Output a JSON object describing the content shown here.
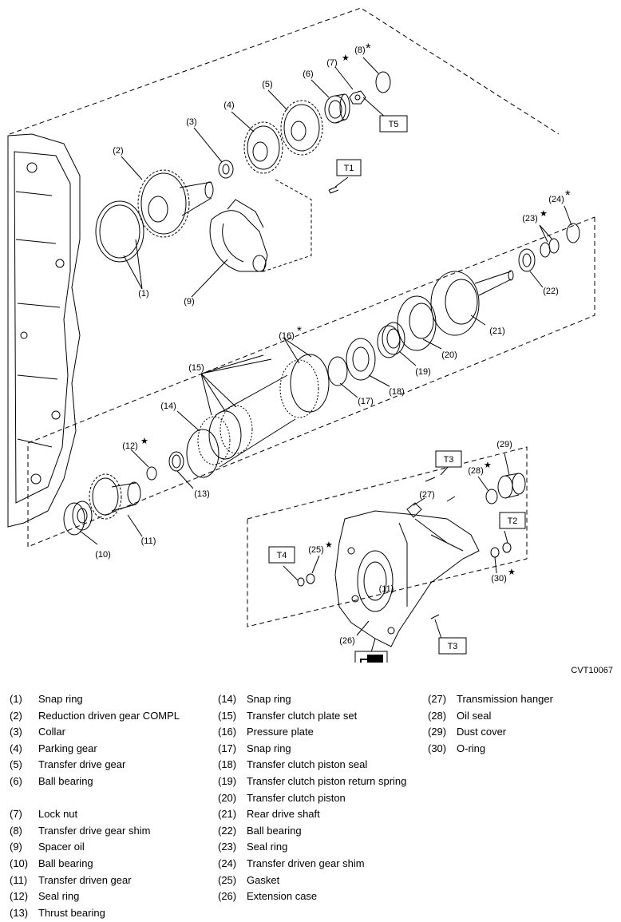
{
  "figure_id": "CVT10067",
  "boxes": {
    "t1": "T1",
    "t2": "T2",
    "t3a": "T3",
    "t3b": "T3",
    "t4": "T4",
    "t5": "T5"
  },
  "callouts": {
    "c1": "(1)",
    "c2": "(2)",
    "c3": "(3)",
    "c4": "(4)",
    "c5": "(5)",
    "c6": "(6)",
    "c7": "(7)",
    "c8": "(8)",
    "c9": "(9)",
    "c10": "(10)",
    "c11": "(11)",
    "c11b": "(11)",
    "c12": "(12)",
    "c13": "(13)",
    "c14": "(14)",
    "c15": "(15)",
    "c16": "(16)",
    "c17": "(17)",
    "c18": "(18)",
    "c19": "(19)",
    "c20": "(20)",
    "c21": "(21)",
    "c22": "(22)",
    "c23": "(23)",
    "c24": "(24)",
    "c25": "(25)",
    "c26": "(26)",
    "c27": "(27)",
    "c28": "(28)",
    "c29": "(29)",
    "c30": "(30)"
  },
  "symbols": {
    "star": "★",
    "asterisk": "*"
  },
  "legend": {
    "col1": [
      {
        "num": "(1)",
        "name": "Snap ring"
      },
      {
        "num": "(2)",
        "name": "Reduction driven gear COMPL"
      },
      {
        "num": "(3)",
        "name": "Collar"
      },
      {
        "num": "(4)",
        "name": "Parking gear"
      },
      {
        "num": "(5)",
        "name": "Transfer drive gear"
      },
      {
        "num": "(6)",
        "name": "Ball bearing"
      },
      {
        "num": "",
        "name": ""
      },
      {
        "num": "(7)",
        "name": "Lock nut"
      },
      {
        "num": "(8)",
        "name": "Transfer drive gear shim"
      },
      {
        "num": "(9)",
        "name": "Spacer oil"
      },
      {
        "num": "(10)",
        "name": "Ball bearing"
      },
      {
        "num": "(11)",
        "name": "Transfer driven gear"
      },
      {
        "num": "(12)",
        "name": "Seal ring"
      },
      {
        "num": "(13)",
        "name": "Thrust bearing"
      }
    ],
    "col2": [
      {
        "num": "(14)",
        "name": "Snap ring"
      },
      {
        "num": "(15)",
        "name": "Transfer clutch plate set"
      },
      {
        "num": "(16)",
        "name": "Pressure plate"
      },
      {
        "num": "(17)",
        "name": "Snap ring"
      },
      {
        "num": "(18)",
        "name": "Transfer clutch piston seal"
      },
      {
        "num": "(19)",
        "name": "Transfer clutch piston return spring"
      },
      {
        "num": "(20)",
        "name": "Transfer clutch piston"
      },
      {
        "num": "(21)",
        "name": "Rear drive shaft"
      },
      {
        "num": "(22)",
        "name": "Ball bearing"
      },
      {
        "num": "(23)",
        "name": "Seal ring"
      },
      {
        "num": "(24)",
        "name": "Transfer driven gear shim"
      },
      {
        "num": "(25)",
        "name": "Gasket"
      },
      {
        "num": "(26)",
        "name": "Extension case"
      }
    ],
    "col3": [
      {
        "num": "(27)",
        "name": "Transmission hanger"
      },
      {
        "num": "(28)",
        "name": "Oil seal"
      },
      {
        "num": "(29)",
        "name": "Dust cover"
      },
      {
        "num": "(30)",
        "name": "O-ring"
      }
    ]
  }
}
